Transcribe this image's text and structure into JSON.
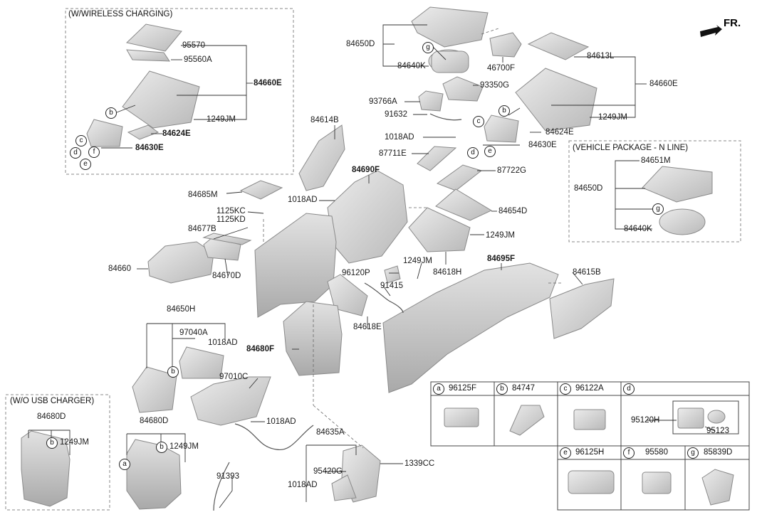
{
  "direction_label": "FR.",
  "boxes": {
    "wireless": "(W/WIRELESS CHARGING)",
    "npackage": "(VEHICLE PACKAGE - N LINE)",
    "usb": "(W/O USB CHARGER)"
  },
  "labels": {
    "p95570": "95570",
    "p95560A": "95560A",
    "p84660E_a": "84660E",
    "p1249JM_a": "1249JM",
    "p84624E_a": "84624E",
    "p84630E_a": "84630E",
    "p84650D_a": "84650D",
    "p84640K_a": "84640K",
    "p46700F": "46700F",
    "p84613L": "84613L",
    "p84660E_b": "84660E",
    "p93350G": "93350G",
    "p93766A": "93766A",
    "p91632": "91632",
    "p1249JM_b": "1249JM",
    "p84624E_b": "84624E",
    "p84630E_b": "84630E",
    "p1018AD_a": "1018AD",
    "p87711E": "87711E",
    "p87722G": "87722G",
    "p84614B": "84614B",
    "p84690F": "84690F",
    "p84685M": "84685M",
    "p1018AD_b": "1018AD",
    "p1125KC": "1125KC",
    "p1125KD": "1125KD",
    "p84677B": "84677B",
    "p84654D": "84654D",
    "p1249JM_c": "1249JM",
    "p84660": "84660",
    "p84670D": "84670D",
    "p96120P": "96120P",
    "p1249JM_d": "1249JM",
    "p84618H": "84618H",
    "p84695F": "84695F",
    "p84615B": "84615B",
    "p91415": "91415",
    "p84618E": "84618E",
    "p84651M": "84651M",
    "p84650D_b": "84650D",
    "p84640K_b": "84640K",
    "p84650H": "84650H",
    "p97040A": "97040A",
    "p1018AD_c": "1018AD",
    "p84680F": "84680F",
    "p97010C": "97010C",
    "p1018AD_d": "1018AD",
    "p84680D_a": "84680D",
    "p1249JM_e": "1249JM",
    "p84680D_b": "84680D",
    "p1249JM_f": "1249JM",
    "p91393": "91393",
    "p84635A": "84635A",
    "p95420G": "95420G",
    "p1339CC": "1339CC",
    "p1018AD_e": "1018AD"
  },
  "legend": [
    {
      "key": "a",
      "code": "96125F"
    },
    {
      "key": "b",
      "code": "84747"
    },
    {
      "key": "c",
      "code": "96122A"
    },
    {
      "key": "d",
      "code": "",
      "subcodes": [
        "95120H",
        "95123"
      ]
    },
    {
      "key": "e",
      "code": "96125H"
    },
    {
      "key": "f",
      "code": "95580"
    },
    {
      "key": "g",
      "code": "85839D"
    }
  ],
  "colors": {
    "part_fill": "#d8d8d8",
    "part_stroke": "#8a8a8a",
    "line": "#333333",
    "box_dash": "#888888"
  }
}
